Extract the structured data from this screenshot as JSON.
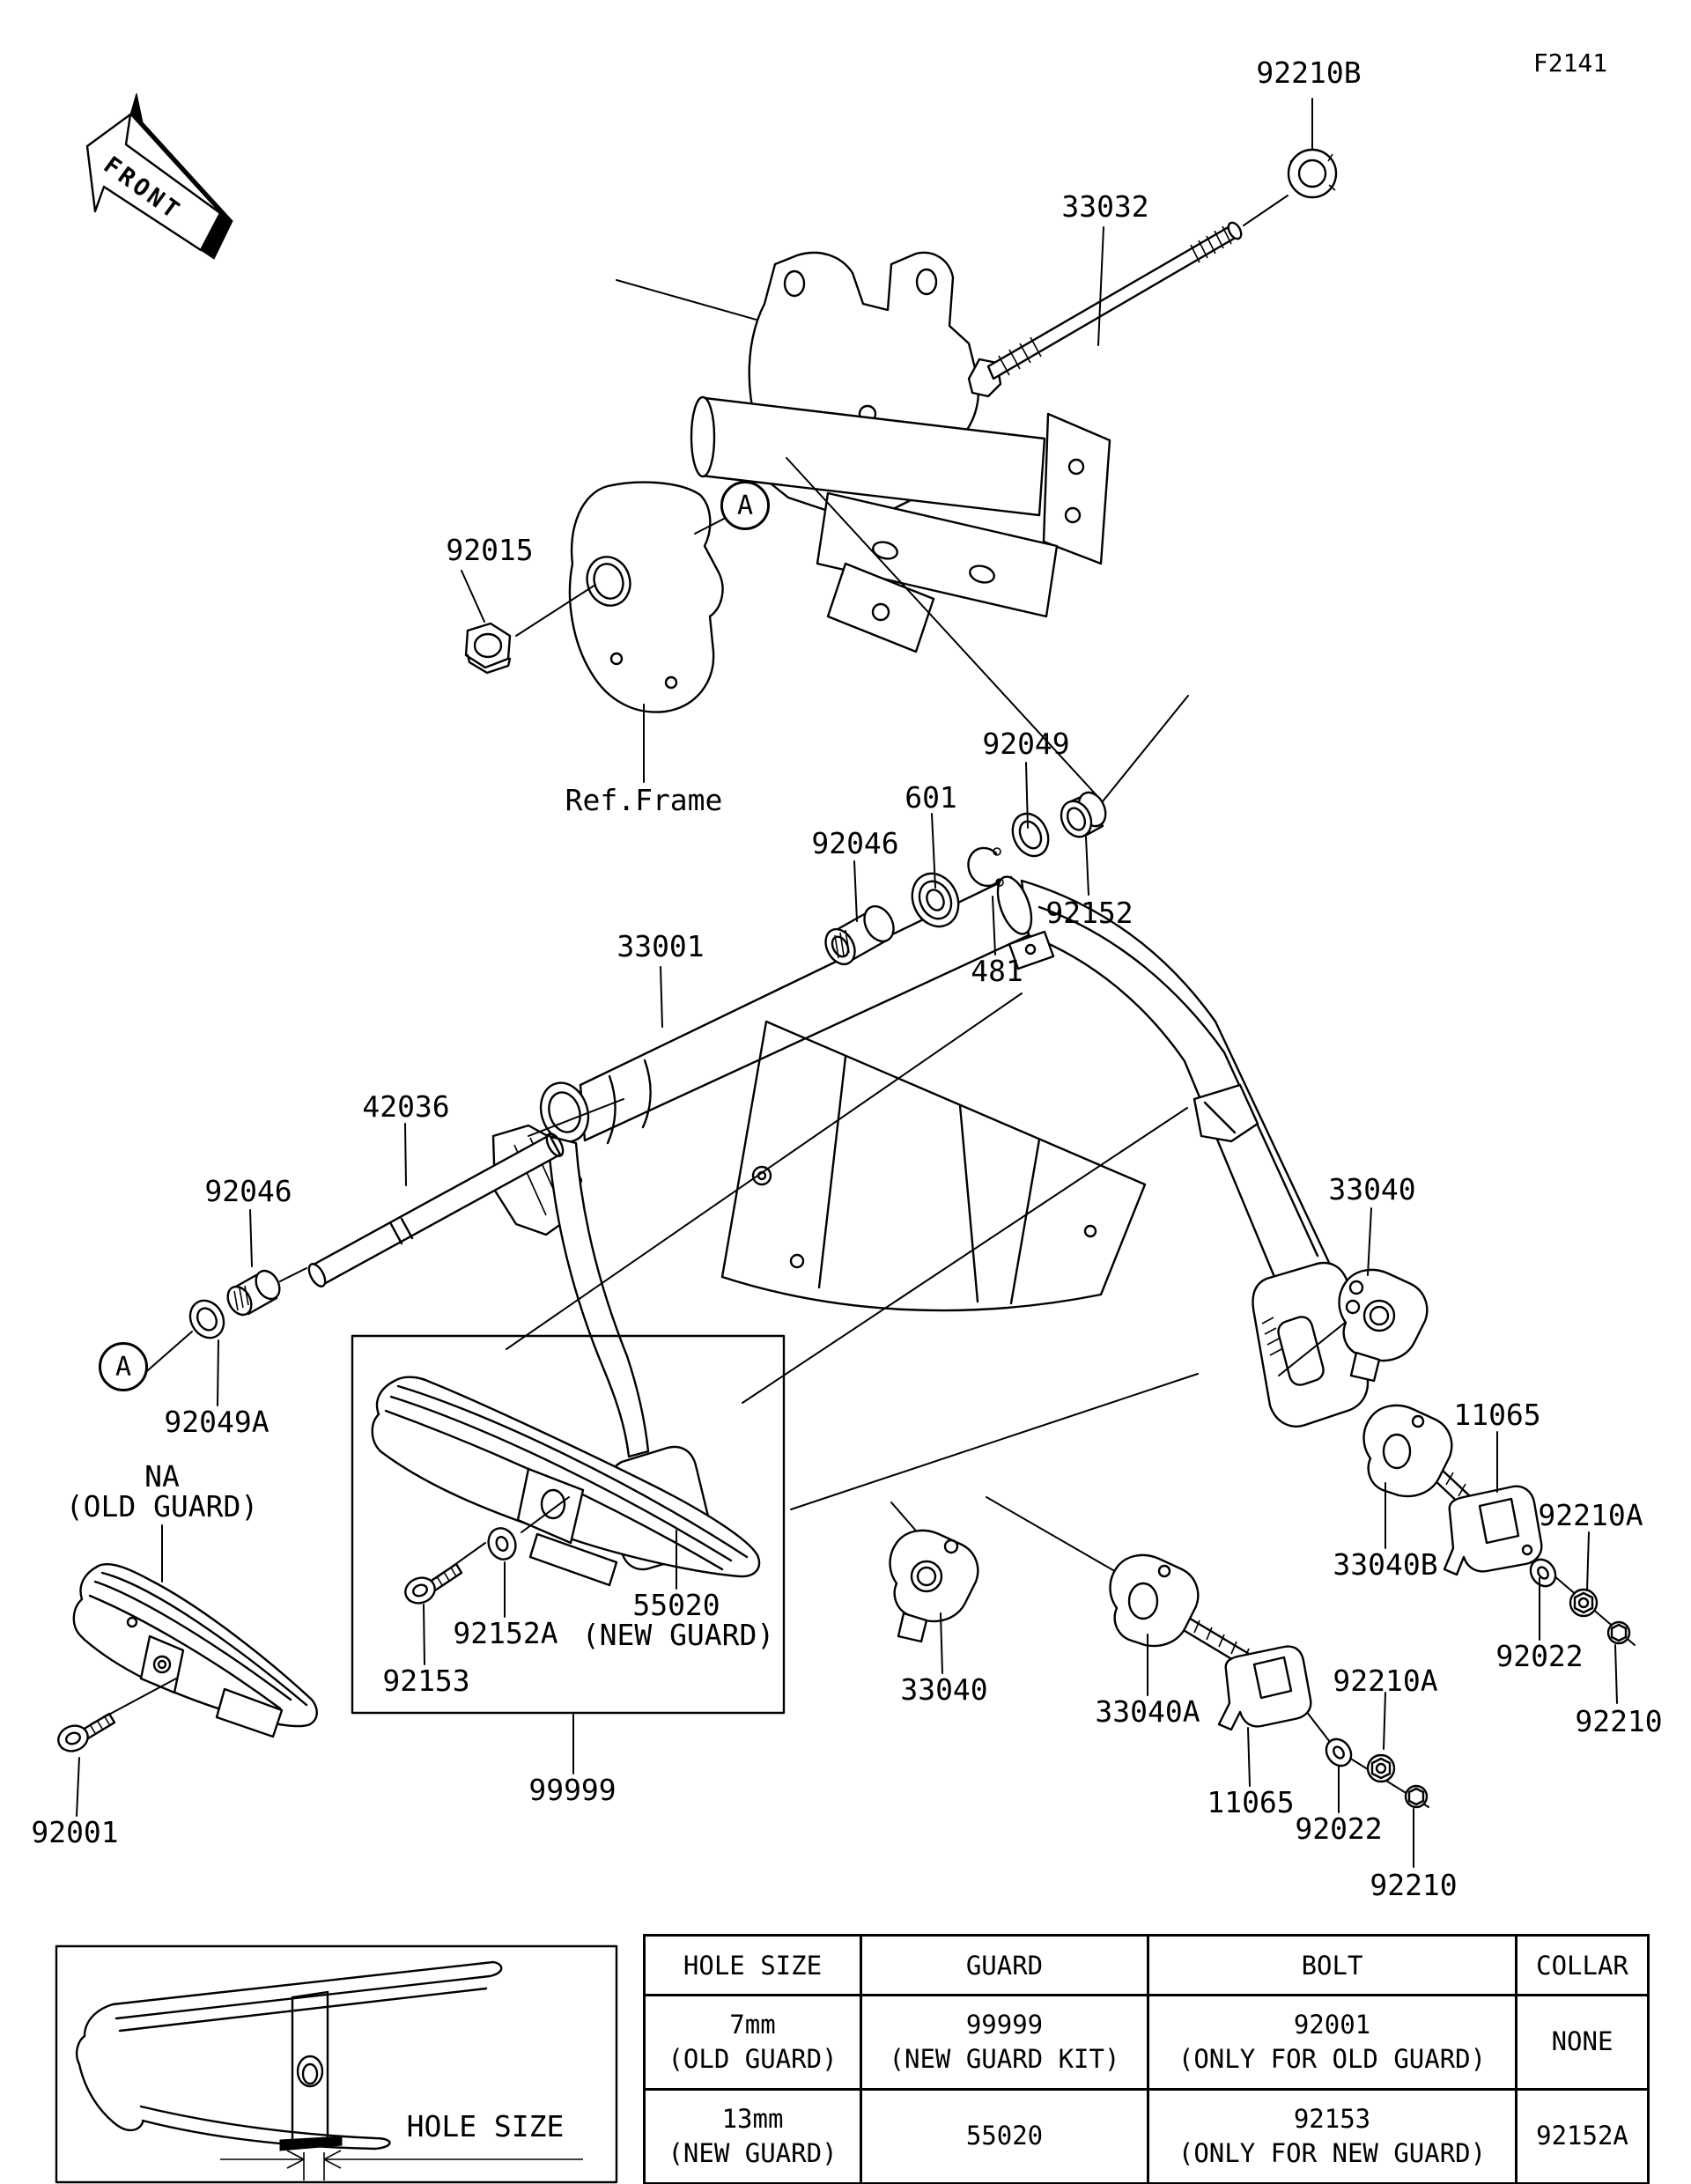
{
  "colors": {
    "ink": "#000000",
    "paper": "#ffffff"
  },
  "figure": {
    "code": "F2141",
    "front": "FRONT",
    "ref_frame": "Ref.Frame",
    "hole_size": "HOLE SIZE",
    "detail_marker": "A"
  },
  "callouts": {
    "c92210B": "92210B",
    "c33032": "33032",
    "c92015": "92015",
    "c92049": "92049",
    "c601": "601",
    "c92046_top": "92046",
    "c92152": "92152",
    "c481": "481",
    "c33001": "33001",
    "c42036": "42036",
    "c92046_left": "92046",
    "c92049A": "92049A",
    "cNA": "NA",
    "cOldGuard": "(OLD GUARD)",
    "c92001": "92001",
    "c92153": "92153",
    "c92152A": "92152A",
    "c55020": "55020",
    "cNewGuard": "(NEW GUARD)",
    "c99999": "99999",
    "c33040_right": "33040",
    "c11065_right": "11065",
    "c92210A_right": "92210A",
    "c33040B": "33040B",
    "c92022_right": "92022",
    "c92210_right": "92210",
    "c33040_bottom": "33040",
    "c33040A": "33040A",
    "c11065_bottom": "11065",
    "c92210A_bottom": "92210A",
    "c92022_bottom": "92022",
    "c92210_bottom": "92210"
  },
  "table": {
    "headers": [
      "HOLE SIZE",
      "GUARD",
      "BOLT",
      "COLLAR"
    ],
    "rows": [
      {
        "cells": [
          {
            "l1": "7mm",
            "l2": "(OLD GUARD)"
          },
          {
            "l1": "99999",
            "l2": "(NEW GUARD KIT)"
          },
          {
            "l1": "92001",
            "l2": "(ONLY FOR OLD GUARD)"
          },
          {
            "l1": "NONE",
            "l2": ""
          }
        ]
      },
      {
        "cells": [
          {
            "l1": "13mm",
            "l2": "(NEW GUARD)"
          },
          {
            "l1": "55020",
            "l2": ""
          },
          {
            "l1": "92153",
            "l2": "(ONLY FOR NEW GUARD)"
          },
          {
            "l1": "92152A",
            "l2": ""
          }
        ]
      }
    ]
  }
}
